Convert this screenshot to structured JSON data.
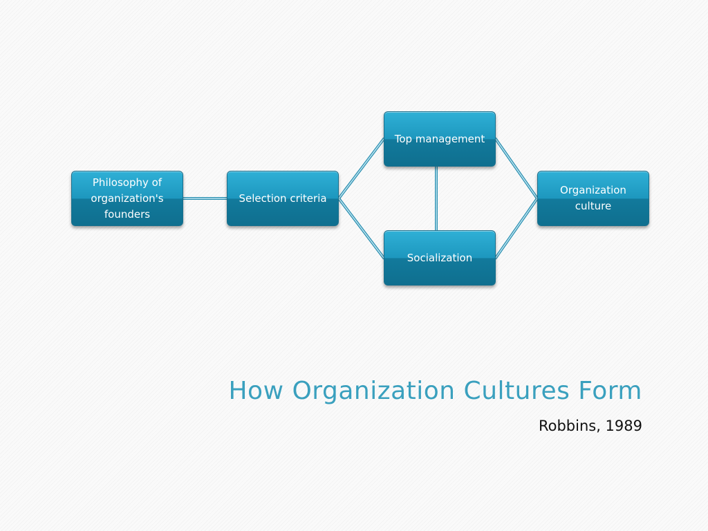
{
  "diagram": {
    "nodes": {
      "philosophy": "Philosophy of organization's founders",
      "selection": "Selection criteria",
      "top_management": "Top management",
      "socialization": "Socialization",
      "culture": "Organization culture"
    }
  },
  "slide": {
    "title": "How Organization Cultures Form",
    "subtitle": "Robbins, 1989"
  },
  "colors": {
    "node_fill": "#1d97be",
    "connector": "#5fbfdc",
    "title": "#3aa0be"
  }
}
